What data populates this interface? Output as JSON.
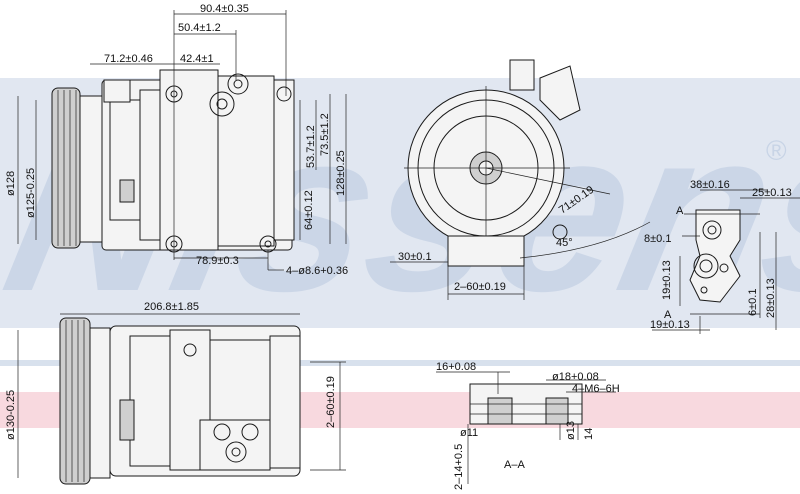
{
  "brand": {
    "text": "Nissens",
    "registered": "®",
    "band_color": "#c8d4e6",
    "stripe_color": "#f3b9c4"
  },
  "front_view": {
    "dim_top": "90.4±0.35",
    "dim_mid": "50.4±1.2",
    "dim_left": "71.2±0.46",
    "dim_center": "42.4±1",
    "dim_dia_outer": "ø128",
    "dim_dia_inner": "ø125-0.25",
    "dim_v1": "53.7±1.2",
    "dim_v2": "73.5±1.2",
    "dim_v3": "128±0.25",
    "dim_v4": "64±0.12",
    "dim_bottom": "78.9±0.3",
    "dim_holes": "4–ø8.6+0.36"
  },
  "side_view": {
    "dim_angle": "45°",
    "dim_radius": "71±0.19",
    "dim_offset": "30±0.1",
    "dim_slots": "2–60±0.19"
  },
  "flange_view": {
    "dim_top_width": "38±0.16",
    "dim_right_width": "25±0.13",
    "dim_small": "8±0.1",
    "dim_v_left": "19±0.13",
    "dim_h_bottom": "19±0.13",
    "dim_v_right1": "6±0.1",
    "dim_v_right2": "28±0.13",
    "label_a_top": "A",
    "label_a_bottom": "A"
  },
  "bottom_view": {
    "dim_length": "206.8±1.85",
    "dim_dia": "ø130-0.25",
    "dim_slots": "2–60±0.19"
  },
  "section_view": {
    "dim_16": "16+0.08",
    "dim_18": "ø18+0.08",
    "dim_thread": "4–M6–6H",
    "dim_11": "ø11",
    "dim_13": "ø13",
    "dim_14": "14",
    "dim_bottom": "2–14+0.5",
    "title": "A–A"
  }
}
